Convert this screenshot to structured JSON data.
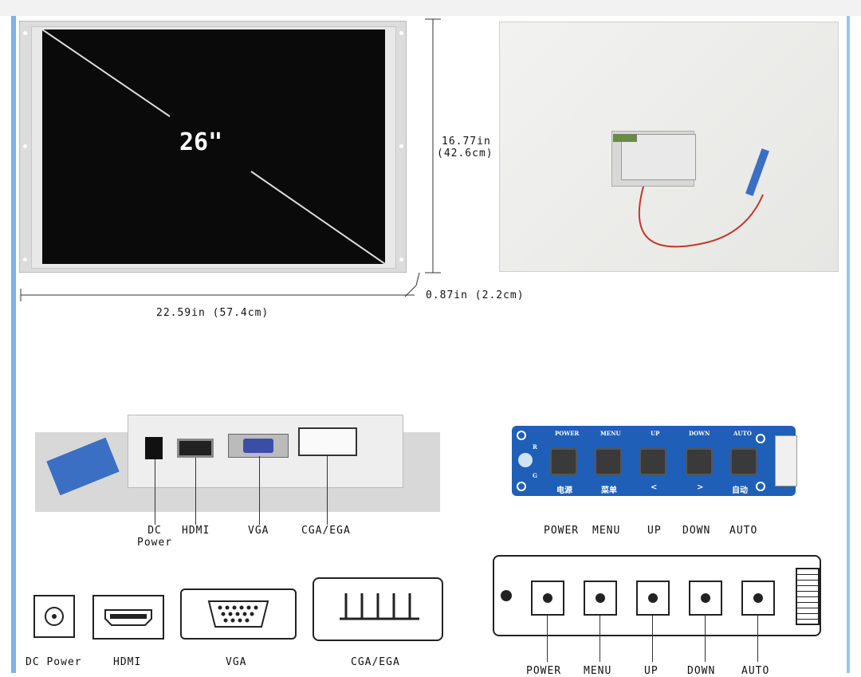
{
  "screen": {
    "size_label": "26\""
  },
  "dimensions": {
    "height_line1": "16.77in",
    "height_line2": "(42.6cm)",
    "width": "22.59in (57.4cm)",
    "depth": "0.87in (2.2cm)"
  },
  "ports_photo": {
    "labels": [
      "DC\nPower",
      "HDMI",
      "VGA",
      "CGA/EGA"
    ]
  },
  "control_board": {
    "top_labels": [
      "POWER",
      "MENU",
      "UP",
      "DOWN",
      "AUTO"
    ],
    "cn_labels": [
      "电源",
      "菜单",
      "<",
      ">",
      "自动"
    ],
    "side_letters": [
      "R",
      "G"
    ],
    "caption": [
      "POWER",
      "MENU",
      "UP",
      "DOWN",
      "AUTO"
    ]
  },
  "port_diagram": {
    "labels": [
      "DC Power",
      "HDMI",
      "VGA",
      "CGA/EGA"
    ]
  },
  "button_diagram": {
    "labels": [
      "POWER",
      "MENU",
      "UP",
      "DOWN",
      "AUTO"
    ]
  },
  "colors": {
    "side_accent": "#7fb2e6",
    "pcb_blue": "#1f5fb8",
    "screen_black": "#0a0a0a"
  }
}
